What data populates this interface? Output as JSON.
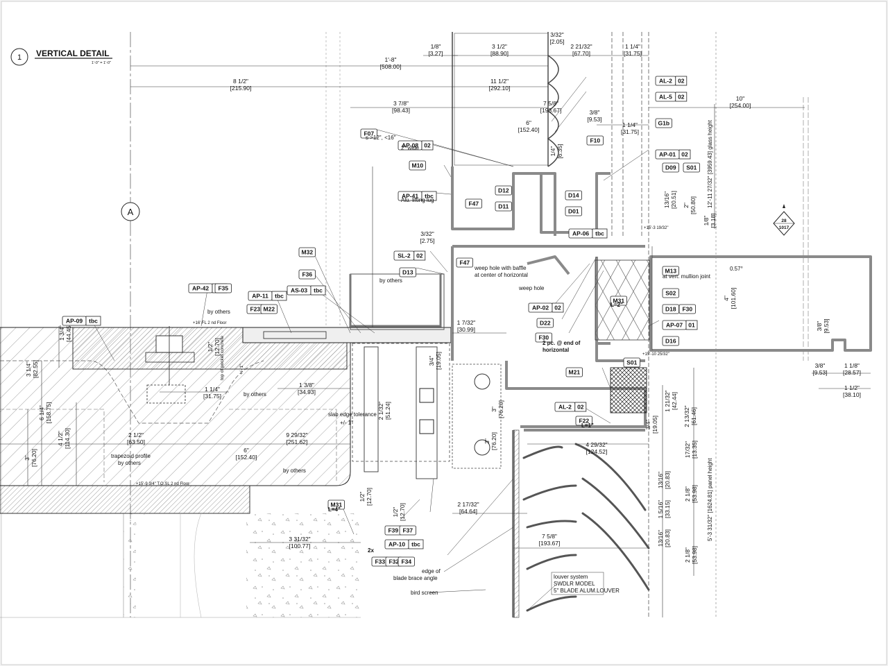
{
  "detail": {
    "number": "1",
    "title": "VERTICAL DETAIL",
    "scale": "1'-0\" = 1'-0\"",
    "gridline": "A",
    "section_ref": {
      "top": "28",
      "bottom": "1017"
    }
  },
  "dimensions": [
    {
      "id": "d1",
      "main": "1/8\"",
      "sub": "[3.27]"
    },
    {
      "id": "d2",
      "main": "3 1/2\"",
      "sub": "[88.90]"
    },
    {
      "id": "d3",
      "main": "3/32\"",
      "sub": "[2.05]"
    },
    {
      "id": "d4",
      "main": "2 21/32\"",
      "sub": "[67.70]"
    },
    {
      "id": "d5",
      "main": "1 1/4\"",
      "sub": "[31.75]"
    },
    {
      "id": "d6",
      "main": "1'-8\"",
      "sub": "[508.00]"
    },
    {
      "id": "d7",
      "main": "8 1/2\"",
      "sub": "[215.90]"
    },
    {
      "id": "d8",
      "main": "11 1/2\"",
      "sub": "[292.10]"
    },
    {
      "id": "d9",
      "main": "3 7/8\"",
      "sub": "[98.43]"
    },
    {
      "id": "d10",
      "main": "7 5/8\"",
      "sub": "[193.67]"
    },
    {
      "id": "d11",
      "main": "3/8\"",
      "sub": "[9.53]"
    },
    {
      "id": "d12",
      "main": "1 1/4\"",
      "sub": "[31.75]"
    },
    {
      "id": "d13",
      "main": "6\"",
      "sub": "[152.40]"
    },
    {
      "id": "d14",
      "main": "10\"",
      "sub": "[254.00]"
    },
    {
      "id": "d15",
      "main": "3/32\"",
      "sub": "[2.75]"
    },
    {
      "id": "d16",
      "main": "1 7/32\"",
      "sub": "[30.99]"
    },
    {
      "id": "d17",
      "main": "1 3/4\"",
      "sub": "[44.45]"
    },
    {
      "id": "d18",
      "main": "3 1/4\"",
      "sub": "[82.55]"
    },
    {
      "id": "d19",
      "main": "1/2\"",
      "sub": "[12.70]"
    },
    {
      "id": "d20",
      "main": "1 1/4\"",
      "sub": "[31.75]"
    },
    {
      "id": "d21",
      "main": "1 3/8\"",
      "sub": "[34.93]"
    },
    {
      "id": "d22",
      "main": "2 1/32\"",
      "sub": "[51.24]"
    },
    {
      "id": "d23",
      "main": "6 1/4\"",
      "sub": "[158.75]"
    },
    {
      "id": "d24",
      "main": "4 1/2\"",
      "sub": "[114.30]"
    },
    {
      "id": "d25",
      "main": "3\"",
      "sub": "[76.20]"
    },
    {
      "id": "d26",
      "main": "2 1/2\"",
      "sub": "[63.50]"
    },
    {
      "id": "d27",
      "main": "9 29/32\"",
      "sub": "[251.62]"
    },
    {
      "id": "d28",
      "main": "6\"",
      "sub": "[152.40]"
    },
    {
      "id": "d29",
      "main": "1/2\"",
      "sub": "[12.70]"
    },
    {
      "id": "d30",
      "main": "1/2\"",
      "sub": "[12.70]"
    },
    {
      "id": "d31",
      "main": "2 17/32\"",
      "sub": "[64.64]"
    },
    {
      "id": "d32",
      "main": "3 31/32\"",
      "sub": "[100.77]"
    },
    {
      "id": "d33",
      "main": "7 5/8\"",
      "sub": "[193.67]"
    },
    {
      "id": "d34",
      "main": "4 29/32\"",
      "sub": "[124.52]"
    },
    {
      "id": "d35",
      "main": "4\"",
      "sub": "[101.60]"
    },
    {
      "id": "d36",
      "main": "3/8\"",
      "sub": "[9.53]"
    },
    {
      "id": "d37",
      "main": "1 1/8\"",
      "sub": "[28.57]"
    },
    {
      "id": "d38",
      "main": "1 1/2\"",
      "sub": "[38.10]"
    },
    {
      "id": "d39",
      "main": "3/8\"",
      "sub": "[9.53]"
    },
    {
      "id": "d40",
      "main": "1 21/32\"",
      "sub": "[42.44]"
    },
    {
      "id": "d41",
      "main": "2 13/32\"",
      "sub": "[61.46]"
    },
    {
      "id": "d42",
      "main": "3/4\"",
      "sub": "[19.05]"
    },
    {
      "id": "d43",
      "main": "17/32\"",
      "sub": "[13.35]"
    },
    {
      "id": "d44",
      "main": "13/16\"",
      "sub": "[20.83]"
    },
    {
      "id": "d45",
      "main": "2 1/8\"",
      "sub": "[53.98]"
    },
    {
      "id": "d46",
      "main": "1 5/16\"",
      "sub": "[33.15]"
    },
    {
      "id": "d47",
      "main": "13/16\"",
      "sub": "[20.83]"
    },
    {
      "id": "d48",
      "main": "2 1/8\"",
      "sub": "[53.98]"
    },
    {
      "id": "d49",
      "main": "13/16\"",
      "sub": "[20.51]"
    },
    {
      "id": "d50",
      "main": "2\"",
      "sub": "[50.80]"
    },
    {
      "id": "d51",
      "main": "1/4\"",
      "sub": "[6.35]"
    },
    {
      "id": "d52",
      "main": "1/8\"",
      "sub": "[3.18]"
    },
    {
      "id": "d53",
      "main": "3/4\"",
      "sub": "[19.05]"
    },
    {
      "id": "d54",
      "main": "3\"",
      "sub": "[76.20]"
    },
    {
      "id": "d55",
      "main": "3\"",
      "sub": "[76.20]"
    }
  ],
  "heights": {
    "glass": "12'-11 27/32\" [3959.43] glass height",
    "panel": "5'-3 31/32\" [1624.81] panel height"
  },
  "elevations": {
    "floor_2nd": "+16' FL 2 nd Floor",
    "tos_2nd": "+15'-9 3/4\" T.O.SL 2 nd Floor",
    "el_a": "+15'-3 19/32\"",
    "el_b": "+15'-10 25/32\""
  },
  "tags": [
    "AL-2",
    "AL-5",
    "G1b",
    "AP-01",
    "D09",
    "S01",
    "D14",
    "D01",
    "AP-06",
    "F10",
    "AP-08",
    "M10",
    "AP-41",
    "F47",
    "D12",
    "D11",
    "F07",
    "SL-2",
    "D13",
    "F47",
    "M32",
    "F36",
    "AS-03",
    "AP-42",
    "F35",
    "AP-11",
    "F23",
    "M22",
    "AP-09",
    "M13",
    "S02",
    "D18",
    "F30",
    "M31",
    "AP-07",
    "D16",
    "S01",
    "AP-02",
    "D22",
    "F30",
    "M21",
    "AL-2",
    "F22",
    "M31",
    "F39",
    "F37",
    "AP-10",
    "F33",
    "F32",
    "F34"
  ],
  "tag_suffixes": {
    "s02": "02",
    "tbc": "tbc",
    "s01": "01"
  },
  "notes": {
    "wide": "2\" wide",
    "lifting_lug": "Alu. lifting lug",
    "spacing": "s >12\", <16\"",
    "by_others": "by others",
    "weep_baffle_1": "weep hole with baffle",
    "weep_baffle_2": "at center of horizontal",
    "weep_hole": "weep hole",
    "mullion_joint": "at vert. mullion joint",
    "two_pc_1": "2 pc. @ end of",
    "two_pc_2": "horizontal",
    "slab_tol": "slab edge tolerance",
    "slab_tol_val": "+/- 1\"",
    "pocket": "top of pocket concrete",
    "pocket_val": "+/- 1\"",
    "trapezoid_1": "trapezoid profile",
    "trapezoid_2": "by others",
    "edge_1": "edge of",
    "edge_2": "blade brace angle",
    "bird": "bird screen",
    "louver_1": "louver system",
    "louver_2": "SWDLR MODEL",
    "louver_3": "5\" BLADE ALUM.LOUVER",
    "l2": "L=2\"",
    "l4": "L=4\"",
    "l1": "L=1\"",
    "twox": "2x",
    "angle": "0.57°"
  },
  "colors": {
    "line": "#222222",
    "profile": "#8a8a8a",
    "concrete": "#e4e4e4",
    "paper": "#ffffff"
  }
}
